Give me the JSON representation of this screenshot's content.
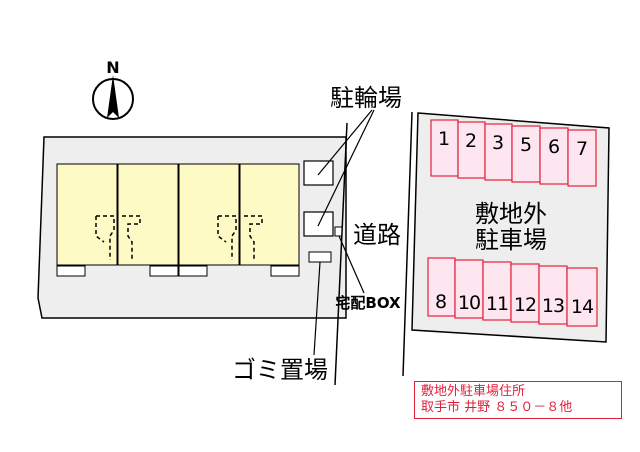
{
  "compass": {
    "north_label": "N"
  },
  "labels": {
    "bicycle_parking": "駐輪場",
    "road": "道路",
    "delivery_box": "宅配BOX",
    "garbage": "ゴミ置場",
    "offsite_parking_line1": "敷地外",
    "offsite_parking_line2": "駐車場"
  },
  "parking_spaces": {
    "top_row": [
      "1",
      "2",
      "3",
      "5",
      "6",
      "7"
    ],
    "bottom_row": [
      "8",
      "10",
      "11",
      "12",
      "13",
      "14"
    ]
  },
  "address_note": {
    "line1": "敷地外駐車場住所",
    "line2": "取手市 井野 ８５０－８他"
  },
  "colors": {
    "site_fill": "#eeeeee",
    "unit_fill": "#fdfac6",
    "parking_fill": "#fde6ef",
    "parking_stroke": "#e0203a",
    "note_color": "#e0203a"
  }
}
